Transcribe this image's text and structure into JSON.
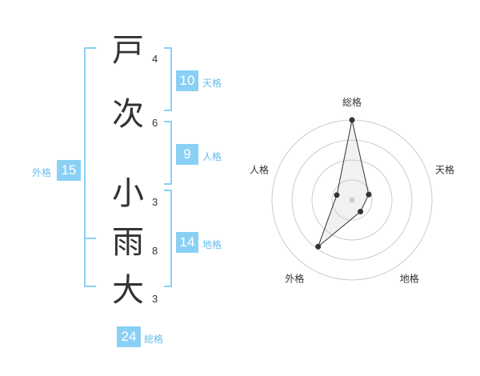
{
  "name": {
    "chars": [
      {
        "char": "戸",
        "strokes": "4"
      },
      {
        "char": "次",
        "strokes": "6"
      },
      {
        "char": "小",
        "strokes": "3"
      },
      {
        "char": "雨",
        "strokes": "8"
      },
      {
        "char": "大",
        "strokes": "3"
      }
    ]
  },
  "kakusu": {
    "tenkaku": {
      "value": "10",
      "label": "天格"
    },
    "jinkaku": {
      "value": "9",
      "label": "人格"
    },
    "chikaku": {
      "value": "14",
      "label": "地格"
    },
    "gaikaku": {
      "value": "15",
      "label": "外格"
    },
    "soukaku": {
      "value": "24",
      "label": "総格"
    }
  },
  "colors": {
    "accent": "#8ad0f5",
    "bracket": "#8ad0f5",
    "label": "#66bde9",
    "text": "#333333",
    "ring": "#cccccc"
  },
  "chart_data": {
    "type": "radar",
    "axes": [
      "総格",
      "天格",
      "地格",
      "外格",
      "人格"
    ],
    "values": [
      1.0,
      0.22,
      0.18,
      0.72,
      0.2
    ],
    "scale_max": 1.0,
    "rings": 4
  }
}
